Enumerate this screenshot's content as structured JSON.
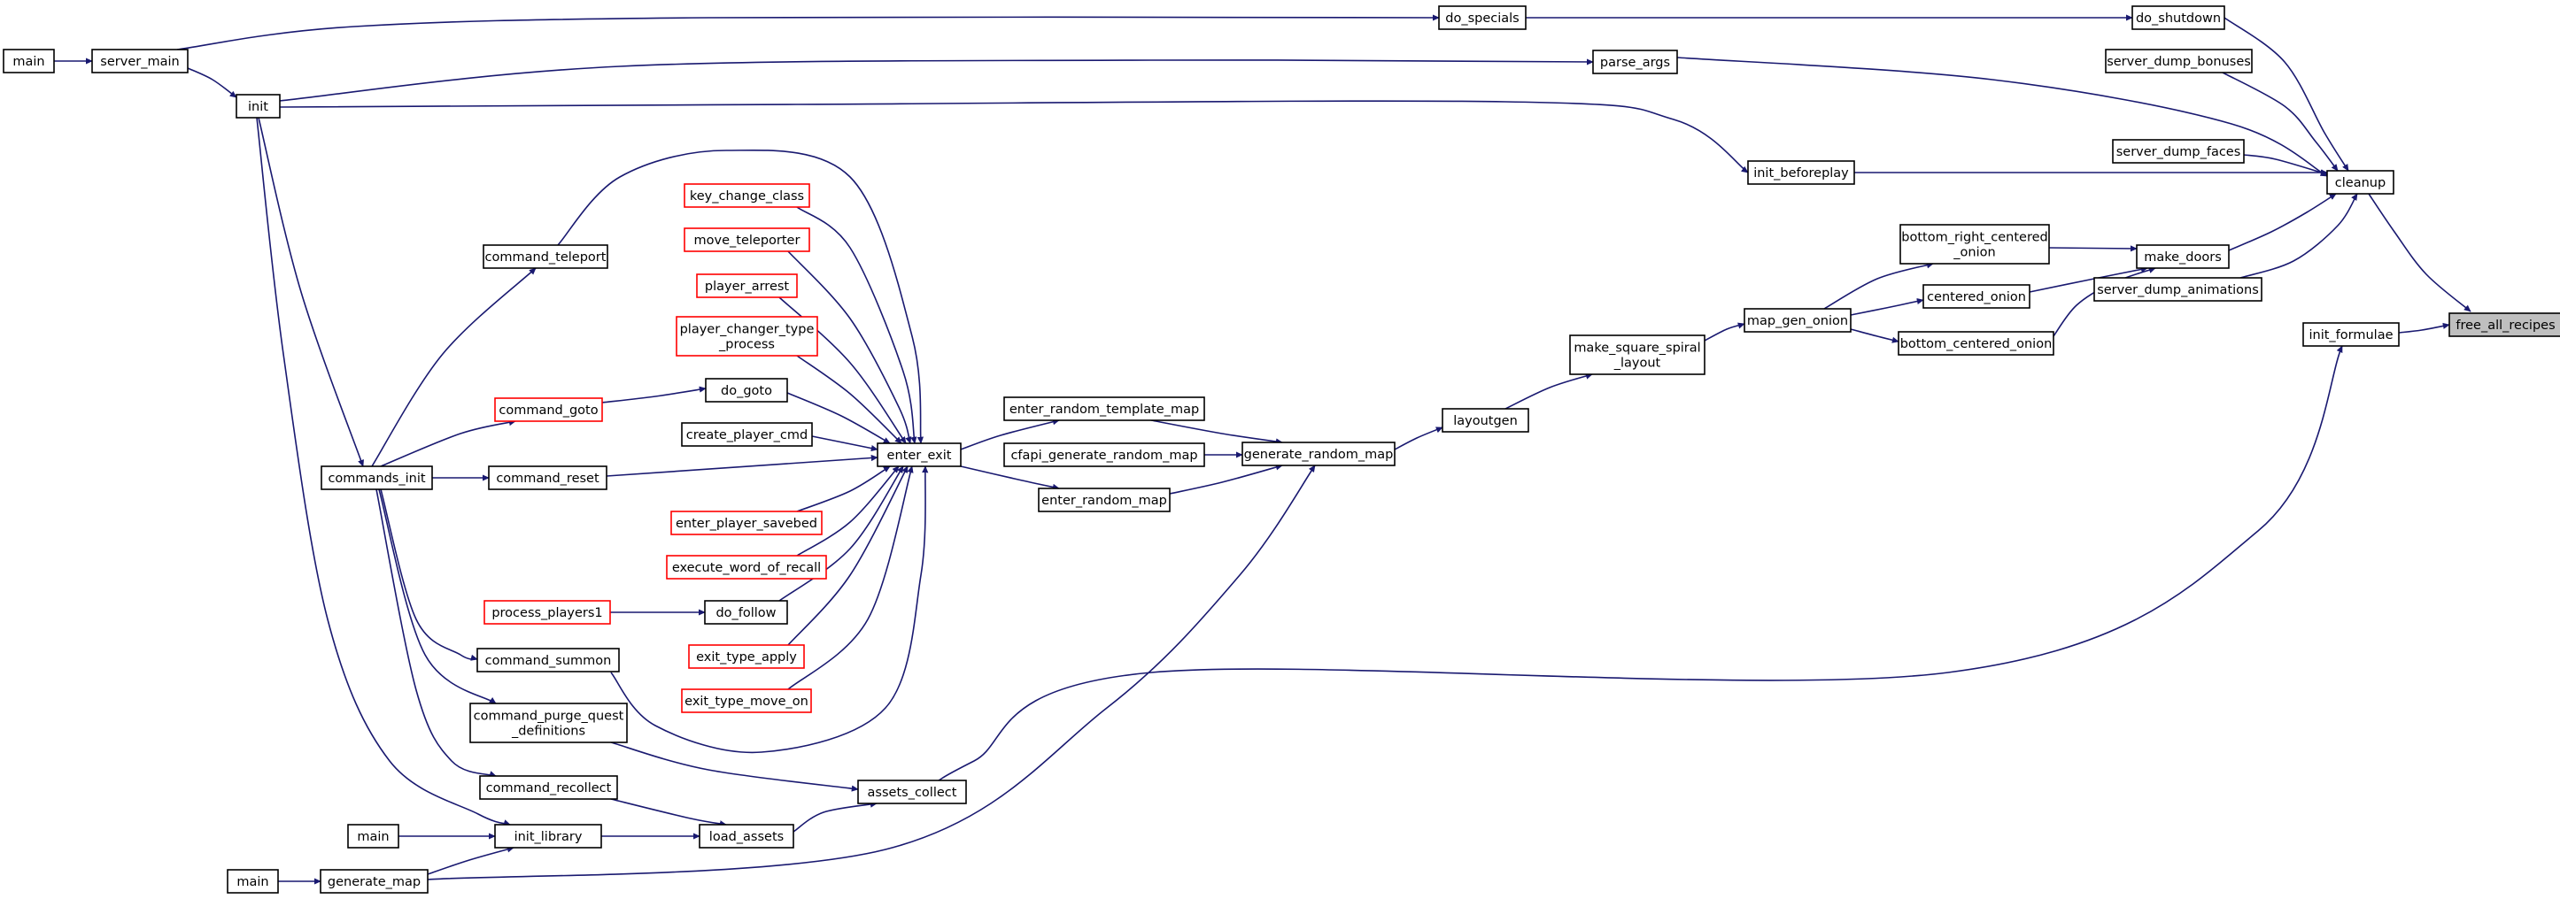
{
  "colors": {
    "edge": "#191970",
    "node_border": "#000000",
    "node_border_truncated": "#ff0000",
    "node_fill": "#ffffff",
    "focus_fill": "#bfbfbf",
    "focus_border": "#000000"
  },
  "nodes": [
    {
      "id": "free_all_recipes",
      "lines": [
        "free_all_recipes"
      ],
      "style": "focus"
    },
    {
      "id": "cleanup",
      "lines": [
        "cleanup"
      ],
      "style": "normal"
    },
    {
      "id": "init_formulae",
      "lines": [
        "init_formulae"
      ],
      "style": "normal"
    },
    {
      "id": "do_shutdown",
      "lines": [
        "do_shutdown"
      ],
      "style": "normal"
    },
    {
      "id": "server_dump_bonuses",
      "lines": [
        "server_dump_bonuses"
      ],
      "style": "normal"
    },
    {
      "id": "server_dump_faces",
      "lines": [
        "server_dump_faces"
      ],
      "style": "normal"
    },
    {
      "id": "make_doors",
      "lines": [
        "make_doors"
      ],
      "style": "normal"
    },
    {
      "id": "server_dump_animations",
      "lines": [
        "server_dump_animations"
      ],
      "style": "normal"
    },
    {
      "id": "do_specials",
      "lines": [
        "do_specials"
      ],
      "style": "normal"
    },
    {
      "id": "parse_args",
      "lines": [
        "parse_args"
      ],
      "style": "normal"
    },
    {
      "id": "init_beforeplay",
      "lines": [
        "init_beforeplay"
      ],
      "style": "normal"
    },
    {
      "id": "bottom_right_centered_onion",
      "lines": [
        "bottom_right_centered",
        "_onion"
      ],
      "style": "normal"
    },
    {
      "id": "centered_onion",
      "lines": [
        "centered_onion"
      ],
      "style": "normal"
    },
    {
      "id": "bottom_centered_onion",
      "lines": [
        "bottom_centered_onion"
      ],
      "style": "normal"
    },
    {
      "id": "map_gen_onion",
      "lines": [
        "map_gen_onion"
      ],
      "style": "normal"
    },
    {
      "id": "make_square_spiral_layout",
      "lines": [
        "make_square_spiral",
        "_layout"
      ],
      "style": "normal"
    },
    {
      "id": "layoutgen",
      "lines": [
        "layoutgen"
      ],
      "style": "normal"
    },
    {
      "id": "generate_random_map",
      "lines": [
        "generate_random_map"
      ],
      "style": "normal"
    },
    {
      "id": "enter_random_template_map",
      "lines": [
        "enter_random_template_map"
      ],
      "style": "normal"
    },
    {
      "id": "cfapi_generate_random_map",
      "lines": [
        "cfapi_generate_random_map"
      ],
      "style": "normal"
    },
    {
      "id": "enter_random_map",
      "lines": [
        "enter_random_map"
      ],
      "style": "normal"
    },
    {
      "id": "enter_exit",
      "lines": [
        "enter_exit"
      ],
      "style": "normal"
    },
    {
      "id": "key_change_class",
      "lines": [
        "key_change_class"
      ],
      "style": "truncated"
    },
    {
      "id": "move_teleporter",
      "lines": [
        "move_teleporter"
      ],
      "style": "truncated"
    },
    {
      "id": "player_arrest",
      "lines": [
        "player_arrest"
      ],
      "style": "truncated"
    },
    {
      "id": "player_changer_type_process",
      "lines": [
        "player_changer_type",
        "_process"
      ],
      "style": "truncated"
    },
    {
      "id": "do_goto",
      "lines": [
        "do_goto"
      ],
      "style": "normal"
    },
    {
      "id": "create_player_cmd",
      "lines": [
        "create_player_cmd"
      ],
      "style": "normal"
    },
    {
      "id": "enter_player_savebed",
      "lines": [
        "enter_player_savebed"
      ],
      "style": "truncated"
    },
    {
      "id": "execute_word_of_recall",
      "lines": [
        "execute_word_of_recall"
      ],
      "style": "truncated"
    },
    {
      "id": "do_follow",
      "lines": [
        "do_follow"
      ],
      "style": "normal"
    },
    {
      "id": "exit_type_apply",
      "lines": [
        "exit_type_apply"
      ],
      "style": "truncated"
    },
    {
      "id": "exit_type_move_on",
      "lines": [
        "exit_type_move_on"
      ],
      "style": "truncated"
    },
    {
      "id": "command_teleport",
      "lines": [
        "command_teleport"
      ],
      "style": "normal"
    },
    {
      "id": "command_goto",
      "lines": [
        "command_goto"
      ],
      "style": "truncated"
    },
    {
      "id": "command_reset",
      "lines": [
        "command_reset"
      ],
      "style": "normal"
    },
    {
      "id": "process_players1",
      "lines": [
        "process_players1"
      ],
      "style": "truncated"
    },
    {
      "id": "command_summon",
      "lines": [
        "command_summon"
      ],
      "style": "normal"
    },
    {
      "id": "command_purge_quest_definitions",
      "lines": [
        "command_purge_quest",
        "_definitions"
      ],
      "style": "normal"
    },
    {
      "id": "command_recollect",
      "lines": [
        "command_recollect"
      ],
      "style": "normal"
    },
    {
      "id": "assets_collect",
      "lines": [
        "assets_collect"
      ],
      "style": "normal"
    },
    {
      "id": "load_assets",
      "lines": [
        "load_assets"
      ],
      "style": "normal"
    },
    {
      "id": "init_library",
      "lines": [
        "init_library"
      ],
      "style": "normal"
    },
    {
      "id": "main_lib",
      "lines": [
        "main"
      ],
      "style": "normal"
    },
    {
      "id": "generate_map",
      "lines": [
        "generate_map"
      ],
      "style": "normal"
    },
    {
      "id": "main_gen",
      "lines": [
        "main"
      ],
      "style": "normal"
    },
    {
      "id": "commands_init",
      "lines": [
        "commands_init"
      ],
      "style": "normal"
    },
    {
      "id": "init",
      "lines": [
        "init"
      ],
      "style": "normal"
    },
    {
      "id": "server_main",
      "lines": [
        "server_main"
      ],
      "style": "normal"
    },
    {
      "id": "main_server",
      "lines": [
        "main"
      ],
      "style": "normal"
    }
  ],
  "edges": [
    {
      "from": "cleanup",
      "to": "free_all_recipes"
    },
    {
      "from": "init_formulae",
      "to": "free_all_recipes"
    },
    {
      "from": "do_shutdown",
      "to": "cleanup"
    },
    {
      "from": "server_dump_bonuses",
      "to": "cleanup"
    },
    {
      "from": "server_dump_faces",
      "to": "cleanup"
    },
    {
      "from": "make_doors",
      "to": "cleanup"
    },
    {
      "from": "server_dump_animations",
      "to": "cleanup"
    },
    {
      "from": "parse_args",
      "to": "cleanup"
    },
    {
      "from": "init_beforeplay",
      "to": "cleanup"
    },
    {
      "from": "do_specials",
      "to": "do_shutdown"
    },
    {
      "from": "server_main",
      "to": "do_specials"
    },
    {
      "from": "init",
      "to": "parse_args"
    },
    {
      "from": "init",
      "to": "init_beforeplay"
    },
    {
      "from": "server_main",
      "to": "init"
    },
    {
      "from": "main_server",
      "to": "server_main"
    },
    {
      "from": "bottom_right_centered_onion",
      "to": "make_doors"
    },
    {
      "from": "centered_onion",
      "to": "make_doors"
    },
    {
      "from": "bottom_centered_onion",
      "to": "make_doors"
    },
    {
      "from": "map_gen_onion",
      "to": "bottom_right_centered_onion"
    },
    {
      "from": "map_gen_onion",
      "to": "centered_onion"
    },
    {
      "from": "map_gen_onion",
      "to": "bottom_centered_onion"
    },
    {
      "from": "make_square_spiral_layout",
      "to": "map_gen_onion"
    },
    {
      "from": "layoutgen",
      "to": "make_square_spiral_layout"
    },
    {
      "from": "generate_random_map",
      "to": "layoutgen"
    },
    {
      "from": "enter_random_template_map",
      "to": "generate_random_map"
    },
    {
      "from": "cfapi_generate_random_map",
      "to": "generate_random_map"
    },
    {
      "from": "enter_random_map",
      "to": "generate_random_map"
    },
    {
      "from": "generate_map",
      "to": "generate_random_map"
    },
    {
      "from": "enter_exit",
      "to": "enter_random_template_map"
    },
    {
      "from": "enter_exit",
      "to": "enter_random_map"
    },
    {
      "from": "key_change_class",
      "to": "enter_exit"
    },
    {
      "from": "move_teleporter",
      "to": "enter_exit"
    },
    {
      "from": "player_arrest",
      "to": "enter_exit"
    },
    {
      "from": "player_changer_type_process",
      "to": "enter_exit"
    },
    {
      "from": "do_goto",
      "to": "enter_exit"
    },
    {
      "from": "create_player_cmd",
      "to": "enter_exit"
    },
    {
      "from": "command_reset",
      "to": "enter_exit"
    },
    {
      "from": "enter_player_savebed",
      "to": "enter_exit"
    },
    {
      "from": "execute_word_of_recall",
      "to": "enter_exit"
    },
    {
      "from": "do_follow",
      "to": "enter_exit"
    },
    {
      "from": "exit_type_apply",
      "to": "enter_exit"
    },
    {
      "from": "exit_type_move_on",
      "to": "enter_exit"
    },
    {
      "from": "command_teleport",
      "to": "enter_exit"
    },
    {
      "from": "command_summon",
      "to": "enter_exit"
    },
    {
      "from": "command_goto",
      "to": "do_goto"
    },
    {
      "from": "process_players1",
      "to": "do_follow"
    },
    {
      "from": "commands_init",
      "to": "command_teleport"
    },
    {
      "from": "commands_init",
      "to": "command_goto"
    },
    {
      "from": "commands_init",
      "to": "command_reset"
    },
    {
      "from": "commands_init",
      "to": "command_summon"
    },
    {
      "from": "commands_init",
      "to": "command_purge_quest_definitions"
    },
    {
      "from": "commands_init",
      "to": "command_recollect"
    },
    {
      "from": "init",
      "to": "commands_init"
    },
    {
      "from": "init",
      "to": "init_library"
    },
    {
      "from": "assets_collect",
      "to": "init_formulae"
    },
    {
      "from": "command_purge_quest_definitions",
      "to": "assets_collect"
    },
    {
      "from": "load_assets",
      "to": "assets_collect"
    },
    {
      "from": "command_recollect",
      "to": "load_assets"
    },
    {
      "from": "init_library",
      "to": "load_assets"
    },
    {
      "from": "main_lib",
      "to": "init_library"
    },
    {
      "from": "generate_map",
      "to": "init_library"
    },
    {
      "from": "main_gen",
      "to": "generate_map"
    }
  ]
}
